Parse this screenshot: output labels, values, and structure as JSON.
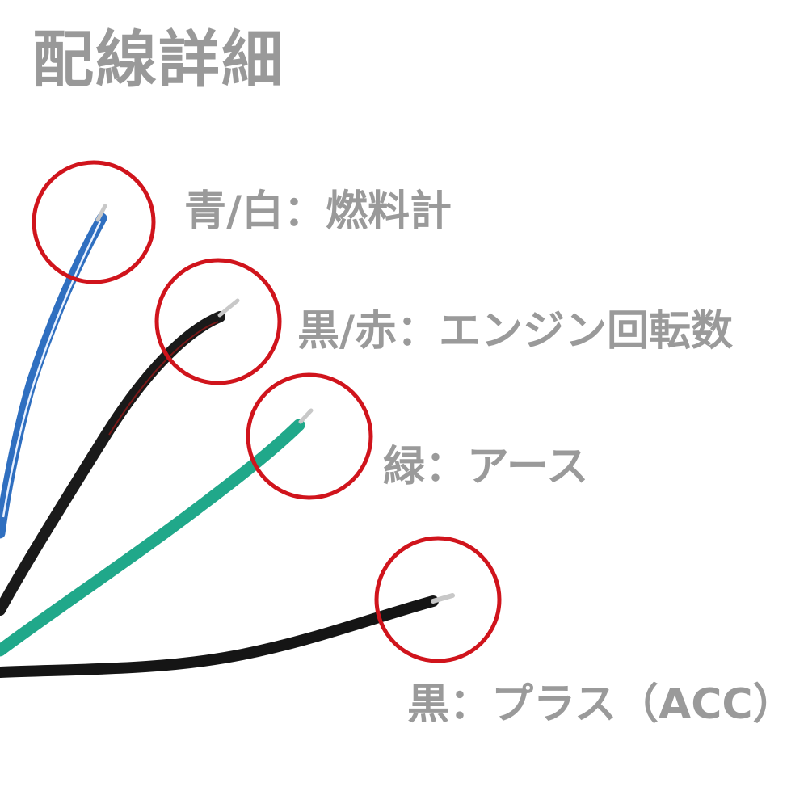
{
  "title": "配線詳細",
  "wires": [
    {
      "label": "青/白：燃料計",
      "color": "#2f6fc0",
      "stripe": "#ffffff"
    },
    {
      "label": "黒/赤：エンジン回転数",
      "color": "#1a1a1a",
      "stripe": "#b02020"
    },
    {
      "label": "緑：アース",
      "color": "#20a88a",
      "stripe": ""
    },
    {
      "label": "黒：プラス（ACC）",
      "color": "#151515",
      "stripe": ""
    }
  ],
  "colors": {
    "circle": "#d0141c",
    "text": "#9a9a9a",
    "background": "#ffffff",
    "wire_tip": "#c8c8c8"
  }
}
